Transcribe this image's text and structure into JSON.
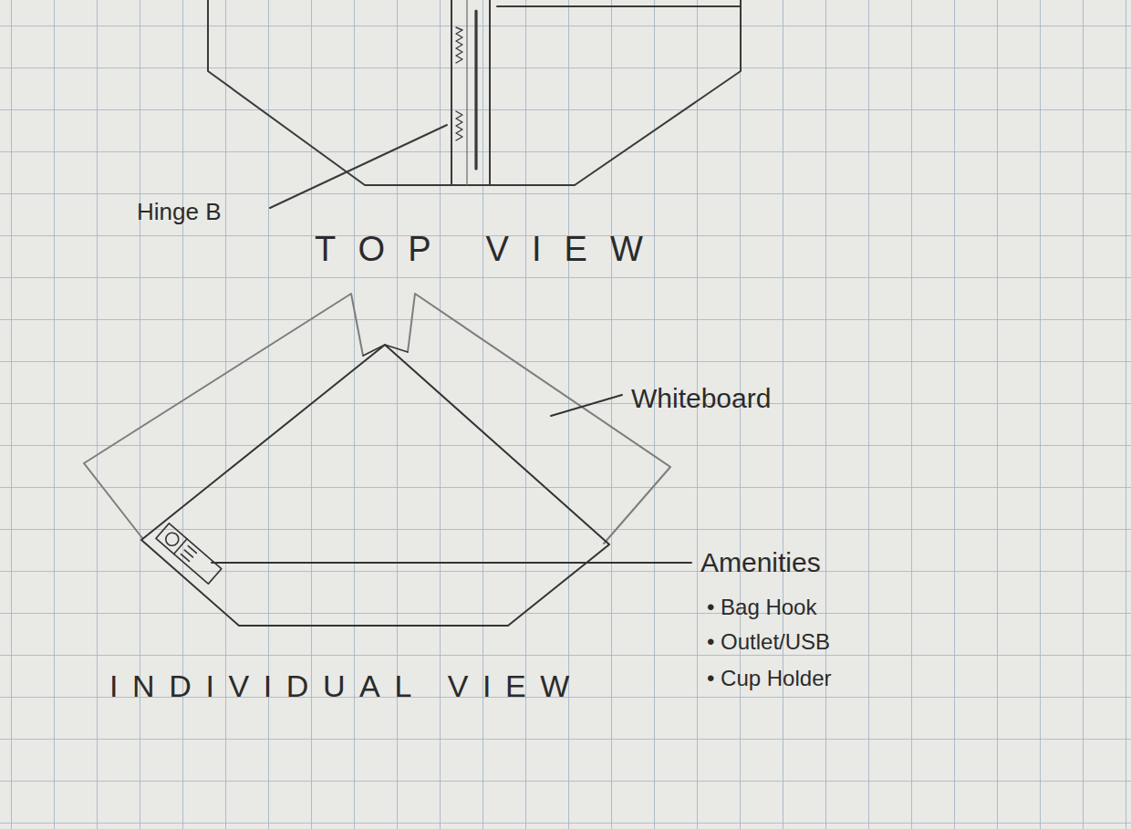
{
  "diagram": {
    "labels": [
      "Hinge B",
      "TOP VIEW",
      "Whiteboard",
      "Amenities",
      "• Bag Hook",
      "• Outlet/USB",
      "• Cup Holder",
      "INDIVIDUAL VIEW"
    ]
  }
}
